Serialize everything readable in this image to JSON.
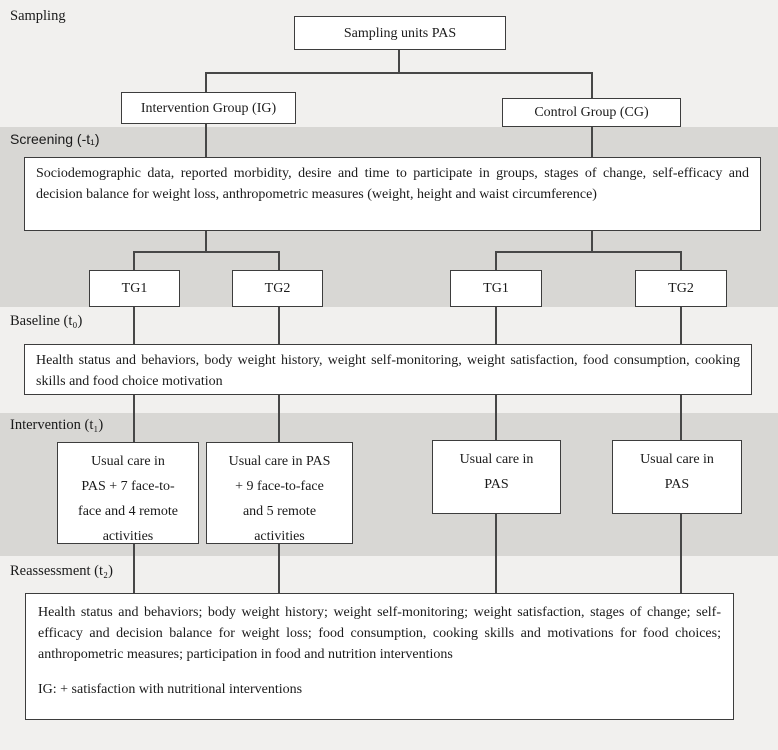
{
  "phases": {
    "sampling": {
      "label": "Sampling"
    },
    "screening": {
      "label": "Screening (-t₁)"
    },
    "baseline": {
      "label": "Baseline (t₀)"
    },
    "intervention": {
      "label": "Intervention (t₁)"
    },
    "reassessment": {
      "label": "Reassessment (t₂)"
    }
  },
  "nodes": {
    "sampling_units": "Sampling units PAS",
    "intervention_group": "Intervention Group (IG)",
    "control_group": "Control Group (CG)",
    "screening_measures": "Sociodemographic data, reported morbidity, desire and time to participate in groups, stages of change, self-efficacy and decision balance for weight loss, anthropometric measures (weight, height and waist circumference)",
    "ig_tg1": "TG1",
    "ig_tg2": "TG2",
    "cg_tg1": "TG1",
    "cg_tg2": "TG2",
    "baseline_measures": "Health status and behaviors, body weight history, weight self-monitoring, weight satisfaction, food consumption, cooking skills and food choice motivation",
    "ig_tg1_intervention": "Usual care in\nPAS + 7 face-to-\nface and 4 remote\nactivities",
    "ig_tg2_intervention": "Usual care in PAS\n+ 9 face-to-face\nand 5 remote\nactivities",
    "cg_tg1_intervention": "Usual care in\nPAS",
    "cg_tg2_intervention": "Usual care in\nPAS",
    "reassessment_measures": "Health status and behaviors; body weight history; weight self-monitoring; weight satisfaction, stages of change; self-efficacy and decision balance for weight loss; food consumption, cooking skills and motivations for food choices; anthropometric measures; participation in food and nutrition interventions",
    "reassessment_ig_note": "IG: + satisfaction with nutritional interventions"
  },
  "colors": {
    "band_light": "#f1f0ee",
    "band_shaded": "#d8d7d4",
    "box_fill": "#ffffff",
    "box_border": "#3d3d3d",
    "connector": "#474747",
    "text": "#1a1a1a"
  }
}
